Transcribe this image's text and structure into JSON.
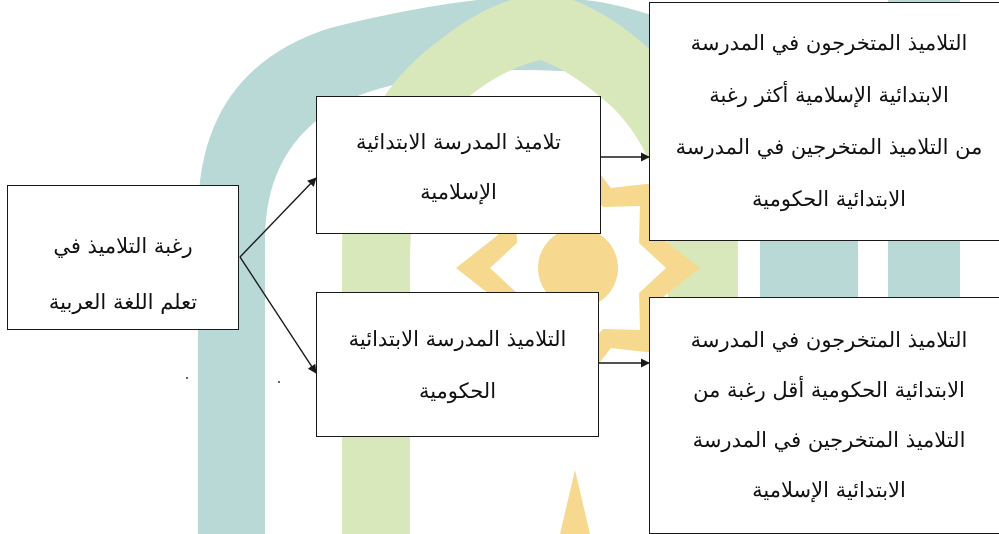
{
  "colors": {
    "watermark_teal": "#b9d9d6",
    "watermark_green": "#d9e8bb",
    "watermark_gold": "#f6d98e",
    "line": "#1a1a1a"
  },
  "diagram": {
    "root": {
      "lines": [
        "رغبة التلاميذ في",
        "تعلم اللغة العربية"
      ]
    },
    "branch_islamic": {
      "lines": [
        "تلاميذ المدرسة الابتدائية",
        "الإسلامية"
      ]
    },
    "branch_government": {
      "lines": [
        "التلاميذ المدرسة الابتدائية",
        "الحكومية"
      ]
    },
    "result_islamic": {
      "lines": [
        "التلاميذ المتخرجون في المدرسة",
        "الابتدائية الإسلامية أكثر رغبة",
        "من التلاميذ المتخرجين في المدرسة",
        "الابتدائية الحكومية"
      ]
    },
    "result_government": {
      "lines": [
        "التلاميذ المتخرجون في المدرسة",
        "الابتدائية الحكومية أقل رغبة من",
        "التلاميذ المتخرجين في المدرسة",
        "الابتدائية الإسلامية"
      ]
    },
    "edges": [
      {
        "from": "root",
        "to": "branch_islamic"
      },
      {
        "from": "root",
        "to": "branch_government"
      },
      {
        "from": "branch_islamic",
        "to": "result_islamic"
      },
      {
        "from": "branch_government",
        "to": "result_government"
      }
    ]
  }
}
